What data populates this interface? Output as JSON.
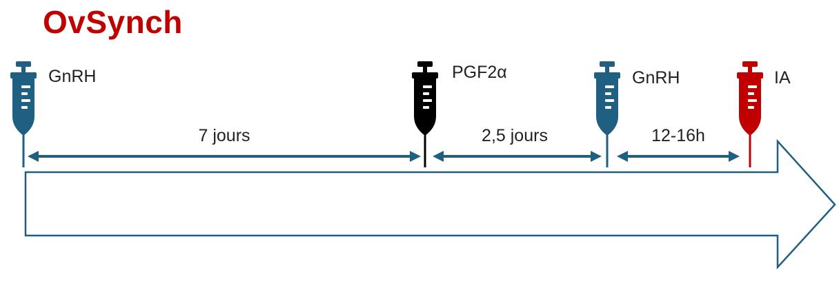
{
  "title": "OvSynch",
  "colors": {
    "title": "#c00000",
    "gnrh": "#1f5f82",
    "pgf": "#000000",
    "ia": "#c00000",
    "timeline_stroke": "#1f5f82",
    "duration_arrow": "#1f5f82"
  },
  "injections": [
    {
      "label": "GnRH",
      "icon": "syringe-icon",
      "color": "#1f5f82"
    },
    {
      "label": "PGF2α",
      "icon": "syringe-icon",
      "color": "#000000"
    },
    {
      "label": "GnRH",
      "icon": "syringe-icon",
      "color": "#1f5f82"
    },
    {
      "label": "IA",
      "icon": "syringe-icon",
      "color": "#c00000"
    }
  ],
  "intervals": [
    {
      "label": "7 jours"
    },
    {
      "label": "2,5 jours"
    },
    {
      "label": "12-16h"
    }
  ]
}
